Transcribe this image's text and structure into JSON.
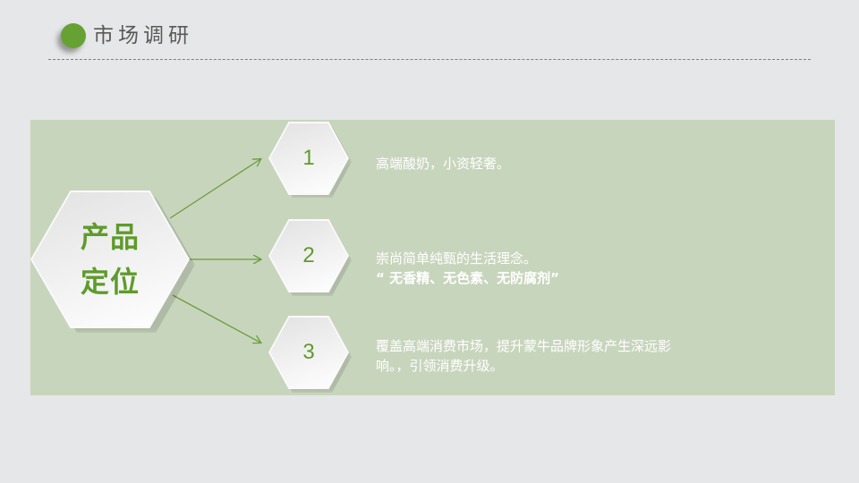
{
  "header": {
    "title": "市场调研",
    "accent_color": "#66a233"
  },
  "panel": {
    "background": "#c8d5bd"
  },
  "center_hex": {
    "line1": "产品",
    "line2": "定位"
  },
  "items": [
    {
      "number": "1",
      "line1": "高端酸奶，小资轻奢。",
      "line2": ""
    },
    {
      "number": "2",
      "line1": "崇尚简单纯甄的生活理念。",
      "line2": "“ 无香精、无色素、无防腐剂”"
    },
    {
      "number": "3",
      "line1": "覆盖高端消费市场，提升蒙牛品牌形象产生深远影",
      "line2": "响。，引领消费升级。"
    }
  ]
}
